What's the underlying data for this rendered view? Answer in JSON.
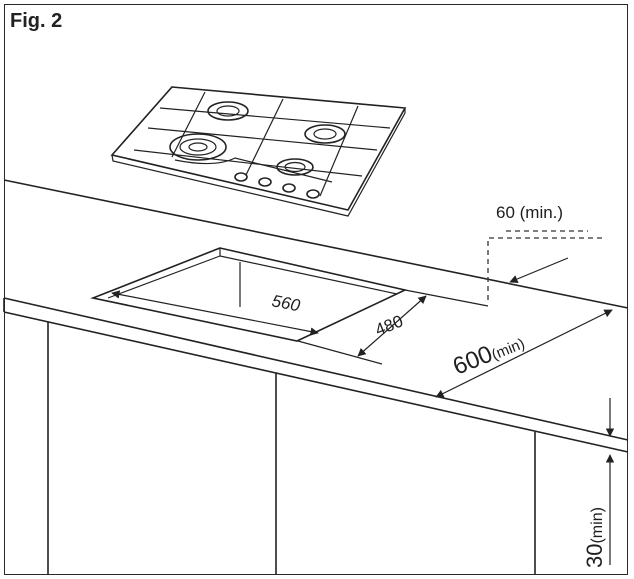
{
  "figure": {
    "label": "Fig. 2"
  },
  "dimensions": {
    "cutout_length": "560",
    "cutout_depth": "480",
    "worktop_depth_value": "600",
    "worktop_depth_unit": "(min)",
    "wall_clearance": "60 (min.)",
    "vertical_clearance_value": "30",
    "vertical_clearance_unit": "(min)"
  },
  "colors": {
    "line": "#222222",
    "background": "#ffffff"
  }
}
